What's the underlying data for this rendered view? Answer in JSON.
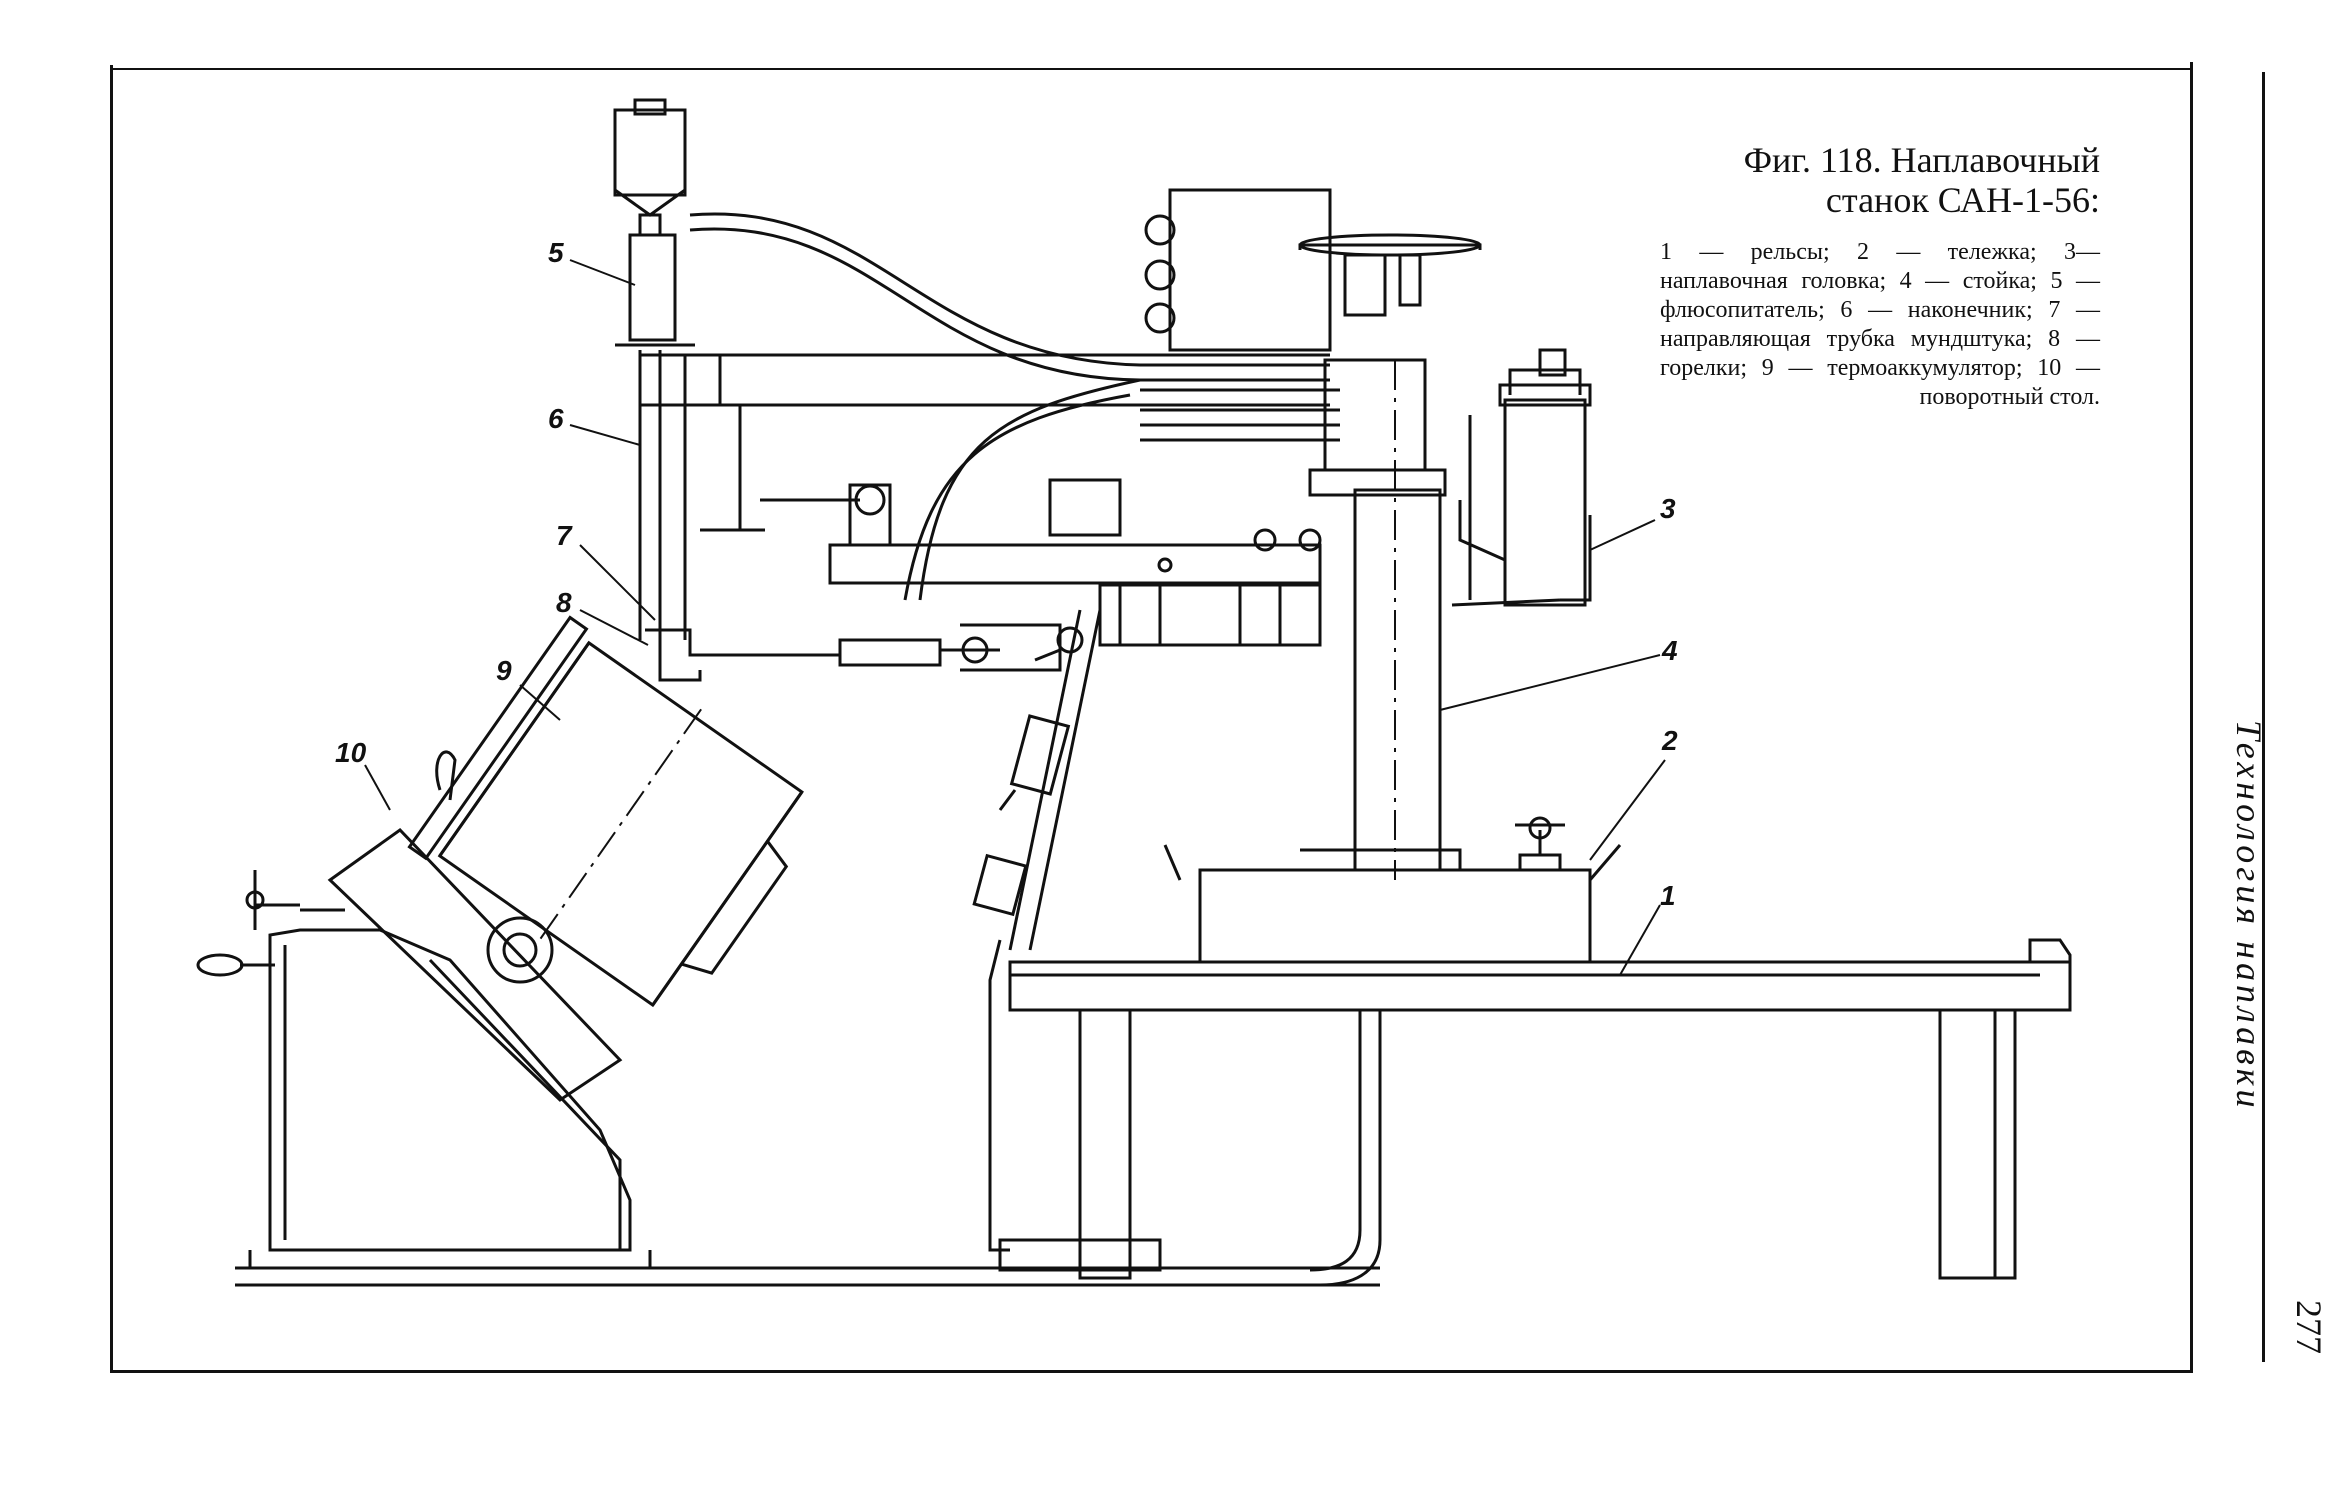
{
  "caption": {
    "title_line1": "Фиг. 118. Наплавочный",
    "title_line2": "станок САН-1-56:",
    "legend": "1 — рельсы; 2 — тележка; 3— наплавочная головка; 4 — стойка; 5 — флюсопитатель; 6 — наконечник; 7 — направляющая трубка мундштука; 8 — горелки; 9 — термоаккумулятор; 10 — поворотный стол."
  },
  "running_head": "Технология наплавки",
  "page_number": "277",
  "callouts": [
    "1",
    "2",
    "3",
    "4",
    "5",
    "6",
    "7",
    "8",
    "9",
    "10"
  ]
}
